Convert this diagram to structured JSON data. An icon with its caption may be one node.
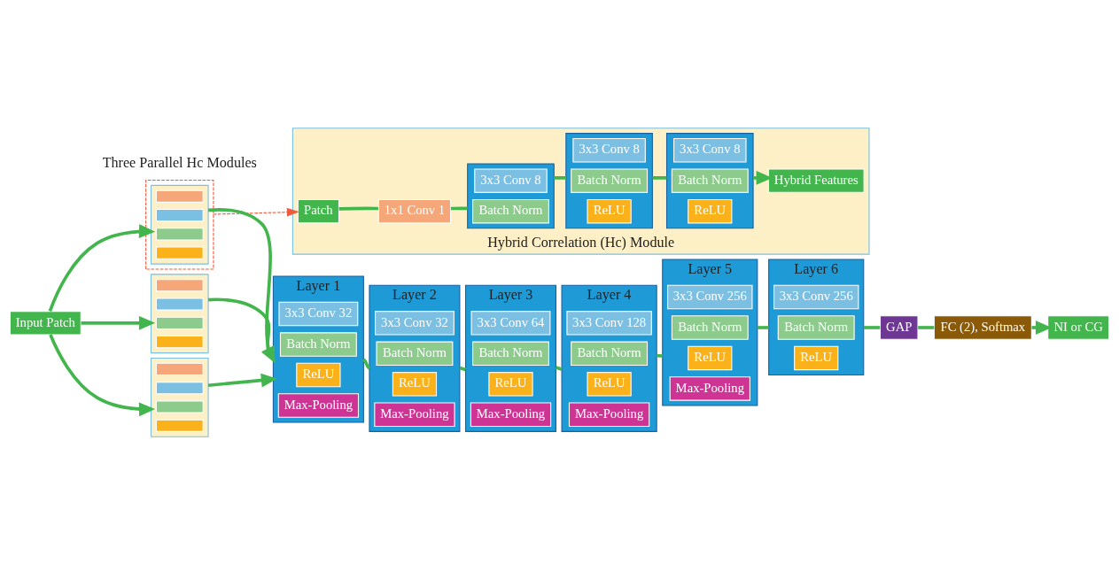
{
  "diagram": {
    "nodes": [
      {
        "text": [
          "Input Patch"
        ]
      },
      {
        "text": [],
        "shape": "box"
      },
      {
        "text": [],
        "shape": "bar",
        "in": 1
      },
      {
        "text": [],
        "shape": "bar",
        "in": 1
      },
      {
        "text": [],
        "shape": "bar",
        "in": 1
      },
      {
        "text": [],
        "shape": "bar",
        "in": 1
      },
      {
        "text": [],
        "shape": "box"
      },
      {
        "text": [],
        "shape": "bar",
        "in": 6
      },
      {
        "text": [],
        "shape": "bar",
        "in": 6
      },
      {
        "text": [],
        "shape": "bar",
        "in": 6
      },
      {
        "text": [],
        "shape": "bar",
        "in": 6
      },
      {
        "text": [],
        "shape": "box"
      },
      {
        "text": [],
        "shape": "box",
        "in": 11
      },
      {
        "text": [],
        "shape": "bar",
        "in": 12
      },
      {
        "text": [],
        "shape": "bar",
        "in": 12
      },
      {
        "text": [],
        "shape": "bar",
        "in": 12
      },
      {
        "text": [],
        "shape": "bar",
        "in": 12
      },
      {
        "text": [
          "Layer 1"
        ]
      },
      {
        "text": [
          "3x3 Conv 32"
        ],
        "in": 17
      },
      {
        "text": [
          "Batch Norm"
        ],
        "in": 17
      },
      {
        "text": [
          "ReLU"
        ],
        "in": 17
      },
      {
        "text": [
          "Max-Pooling"
        ],
        "in": 17
      },
      {
        "text": [
          "Layer 2"
        ]
      },
      {
        "text": [
          "3x3 Conv 32"
        ],
        "in": 22
      },
      {
        "text": [
          "Batch Norm"
        ],
        "in": 22
      },
      {
        "text": [
          "ReLU"
        ],
        "in": 22
      },
      {
        "text": [
          "Max-Pooling"
        ],
        "in": 22
      },
      {
        "text": [
          "Layer 3"
        ]
      },
      {
        "text": [
          "3x3 Conv 64"
        ],
        "in": 27
      },
      {
        "text": [
          "Batch Norm"
        ],
        "in": 27
      },
      {
        "text": [
          "ReLU"
        ],
        "in": 27
      },
      {
        "text": [
          "Max-Pooling"
        ],
        "in": 27
      },
      {
        "text": [
          "Layer 4"
        ]
      },
      {
        "text": [
          "3x3 Conv 128"
        ],
        "in": 32
      },
      {
        "text": [
          "Batch Norm"
        ],
        "in": 32
      },
      {
        "text": [
          "ReLU"
        ],
        "in": 32
      },
      {
        "text": [
          "Max-Pooling"
        ],
        "in": 32
      },
      {
        "text": [
          "Layer 5"
        ]
      },
      {
        "text": [
          "3x3 Conv 256"
        ],
        "in": 37
      },
      {
        "text": [
          "Batch Norm"
        ],
        "in": 37
      },
      {
        "text": [
          "ReLU"
        ],
        "in": 37
      },
      {
        "text": [
          "Max-Pooling"
        ],
        "in": 37
      },
      {
        "text": [
          "Layer 6"
        ]
      },
      {
        "text": [
          "3x3 Conv 256"
        ],
        "in": 42
      },
      {
        "text": [
          "Batch Norm"
        ],
        "in": 42
      },
      {
        "text": [
          "ReLU"
        ],
        "in": 42
      },
      {
        "text": [
          "GAP"
        ]
      },
      {
        "text": [
          "FC (2), Softmax"
        ]
      },
      {
        "text": [
          "NI or CG"
        ]
      },
      {
        "text": [
          "Hybrid Correlation (Hc) Module"
        ]
      },
      {
        "text": [
          "Patch"
        ],
        "in": 49
      },
      {
        "text": [
          "1x1 Conv 1"
        ],
        "in": 49
      },
      {
        "text": [],
        "shape": "box",
        "in": 49
      },
      {
        "text": [
          "3x3 Conv 8"
        ],
        "in": 52
      },
      {
        "text": [
          "Batch Norm"
        ],
        "in": 52
      },
      {
        "text": [],
        "shape": "box",
        "in": 49
      },
      {
        "text": [
          "3x3 Conv 8"
        ],
        "in": 55
      },
      {
        "text": [
          "Batch Norm"
        ],
        "in": 55
      },
      {
        "text": [
          "ReLU"
        ],
        "in": 55
      },
      {
        "text": [],
        "shape": "box",
        "in": 49
      },
      {
        "text": [
          "3x3 Conv 8"
        ],
        "in": 59
      },
      {
        "text": [
          "Batch Norm"
        ],
        "in": 59
      },
      {
        "text": [
          "ReLU"
        ],
        "in": 59
      },
      {
        "text": [
          "Hybrid Features"
        ],
        "in": 49
      }
    ],
    "edges": [
      {
        "from": 0,
        "to": 1,
        "arrow": "to"
      },
      {
        "from": 0,
        "to": 6,
        "arrow": "to"
      },
      {
        "from": 0,
        "to": 12,
        "arrow": "to"
      },
      {
        "from": 1,
        "to": 17,
        "arrow": "to"
      },
      {
        "from": 6,
        "to": 17,
        "arrow": "to"
      },
      {
        "from": 12,
        "to": 17,
        "arrow": "to"
      },
      {
        "from": 17,
        "to": 22,
        "arrow": "none"
      },
      {
        "from": 22,
        "to": 27,
        "arrow": "none"
      },
      {
        "from": 27,
        "to": 32,
        "arrow": "none"
      },
      {
        "from": 32,
        "to": 37,
        "arrow": "none"
      },
      {
        "from": 37,
        "to": 42,
        "arrow": "none"
      },
      {
        "from": 42,
        "to": 46,
        "arrow": "none"
      },
      {
        "from": 46,
        "to": 47,
        "arrow": "none"
      },
      {
        "from": 47,
        "to": 48,
        "arrow": "to"
      },
      {
        "from": 11,
        "to": 50,
        "arrow": "to",
        "style": "dashed",
        "color": "#f05a3c"
      },
      {
        "from": 50,
        "to": 51,
        "arrow": "none"
      },
      {
        "from": 51,
        "to": 52,
        "arrow": "none"
      },
      {
        "from": 52,
        "to": 55,
        "arrow": "none"
      },
      {
        "from": 55,
        "to": 59,
        "arrow": "none"
      },
      {
        "from": 59,
        "to": 63,
        "arrow": "to"
      }
    ],
    "labels": [
      "Three Parallel Hc Modules"
    ]
  }
}
